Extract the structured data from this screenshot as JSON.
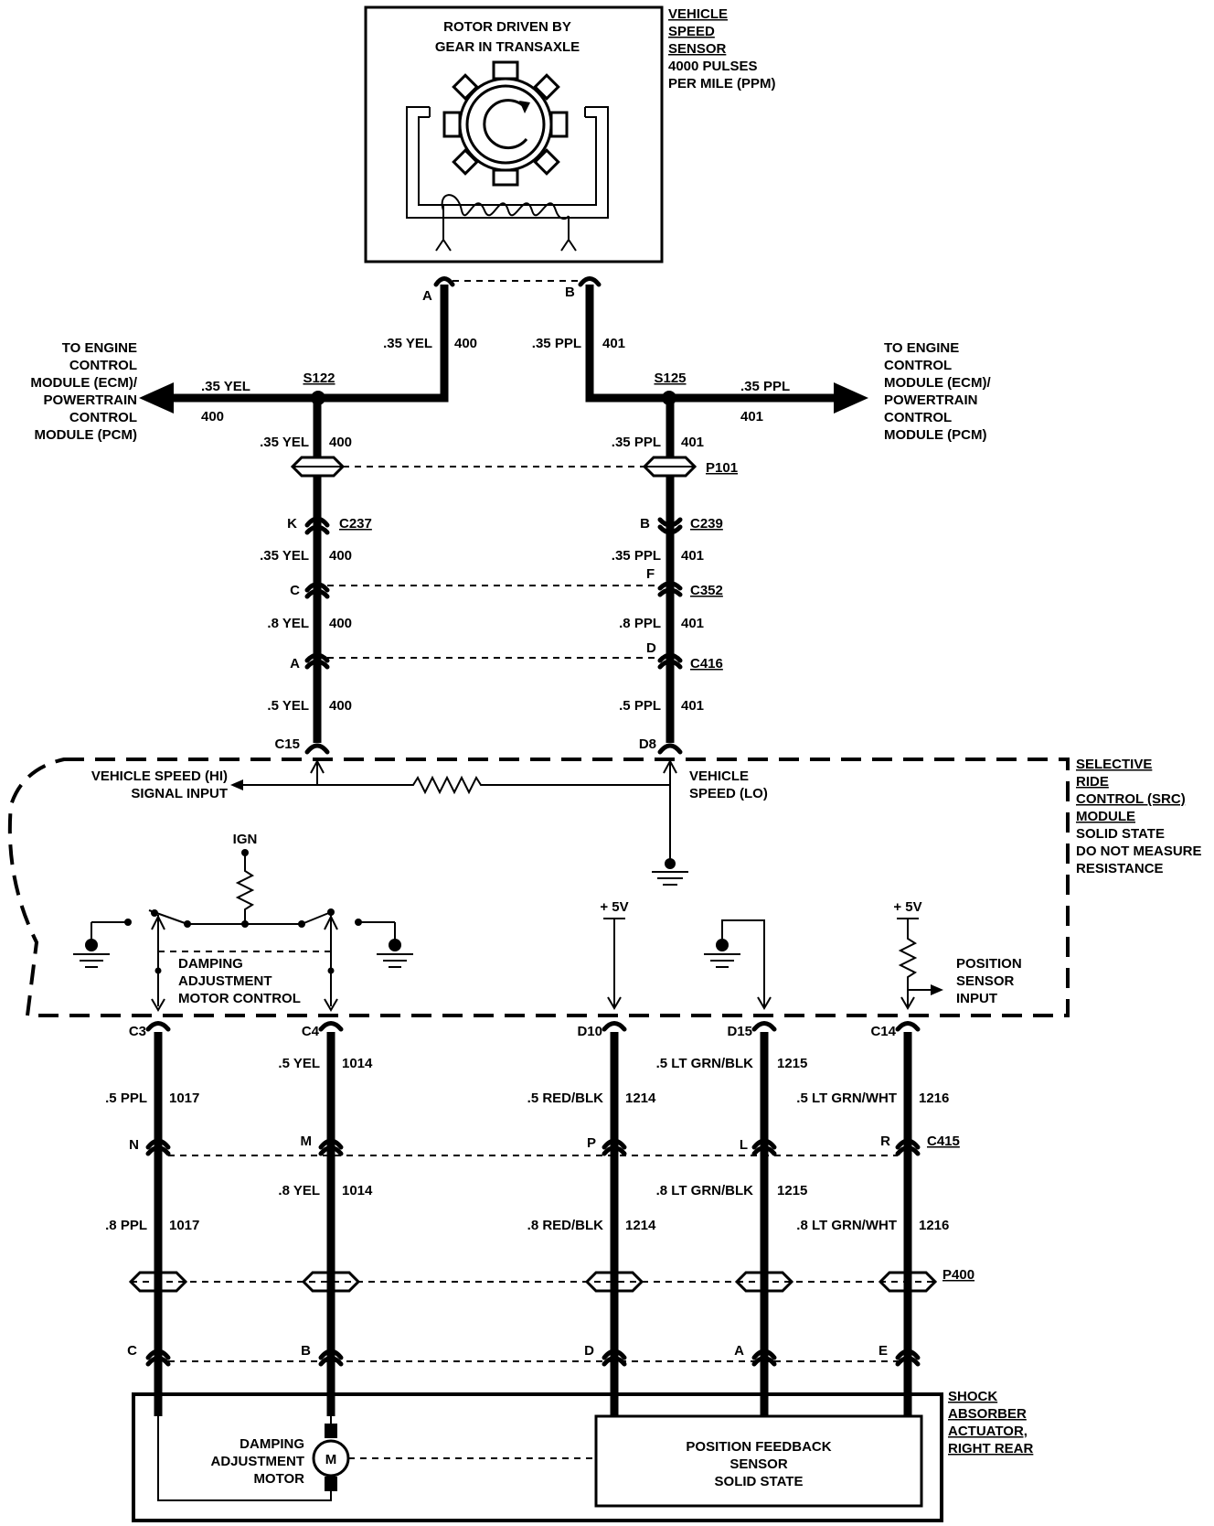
{
  "vss": {
    "rotor_line1": "ROTOR DRIVEN BY",
    "rotor_line2": "GEAR IN TRANSAXLE",
    "title_lines": [
      "VEHICLE",
      "SPEED",
      "SENSOR"
    ],
    "spec_lines": [
      "4000 PULSES",
      "PER MILE (PPM)"
    ],
    "pin_a": "A",
    "pin_b": "B"
  },
  "ecm_left": {
    "lines": [
      "TO ENGINE",
      "CONTROL",
      "MODULE (ECM)/",
      "POWERTRAIN",
      "CONTROL",
      "MODULE (PCM)"
    ],
    "wire": ".35 YEL",
    "circuit": "400"
  },
  "ecm_right": {
    "lines": [
      "TO ENGINE",
      "CONTROL",
      "MODULE (ECM)/",
      "POWERTRAIN",
      "CONTROL",
      "MODULE (PCM)"
    ],
    "wire": ".35 PPL",
    "circuit": "401"
  },
  "splices": {
    "left": "S122",
    "right": "S125"
  },
  "left_chain": [
    {
      "wire": ".35 YEL",
      "circuit": "400"
    },
    {
      "wire": ".35 YEL",
      "circuit": "400"
    },
    {
      "wire": ".35 YEL",
      "circuit": "400"
    },
    {
      "wire": ".8 YEL",
      "circuit": "400"
    },
    {
      "wire": ".5 YEL",
      "circuit": "400"
    }
  ],
  "right_chain": [
    {
      "wire": ".35 PPL",
      "circuit": "401"
    },
    {
      "wire": ".35 PPL",
      "circuit": "401"
    },
    {
      "wire": ".35 PPL",
      "circuit": "401"
    },
    {
      "wire": ".8 PPL",
      "circuit": "401"
    },
    {
      "wire": ".5 PPL",
      "circuit": "401"
    }
  ],
  "connectors": {
    "p101": "P101",
    "c237": "C237",
    "c237_pin": "K",
    "c239": "C239",
    "c239_pin": "B",
    "c352": "C352",
    "c352_left_pin": "C",
    "c352_right_pin": "F",
    "c416": "C416",
    "c416_left_pin": "A",
    "c416_right_pin": "D",
    "c15": "C15",
    "d8": "D8",
    "c415": "C415",
    "p400": "P400"
  },
  "module": {
    "title_lines": [
      "SELECTIVE",
      "RIDE",
      "CONTROL (SRC)",
      "MODULE"
    ],
    "note_lines": [
      "SOLID STATE",
      "DO NOT MEASURE",
      "RESISTANCE"
    ],
    "hi_input": [
      "VEHICLE SPEED (HI)",
      "SIGNAL INPUT"
    ],
    "lo_input": [
      "VEHICLE",
      "SPEED (LO)"
    ],
    "ign": "IGN",
    "damping_lines": [
      "DAMPING",
      "ADJUSTMENT",
      "MOTOR CONTROL"
    ],
    "plus5v_a": "+ 5V",
    "plus5v_b": "+ 5V",
    "position_lines": [
      "POSITION",
      "SENSOR",
      "INPUT"
    ]
  },
  "bottom_wires": [
    {
      "pin": "C3",
      "wire1": ".5 PPL",
      "circ1": "1017",
      "c415_pin": "N",
      "wire2": ".8 PPL",
      "circ2": "1017",
      "act_pin": "C"
    },
    {
      "pin": "C4",
      "wire1": ".5 YEL",
      "circ1": "1014",
      "c415_pin": "M",
      "wire2": ".8 YEL",
      "circ2": "1014",
      "act_pin": "B"
    },
    {
      "pin": "D10",
      "wire1": ".5 RED/BLK",
      "circ1": "1214",
      "c415_pin": "P",
      "wire2": ".8 RED/BLK",
      "circ2": "1214",
      "act_pin": "D"
    },
    {
      "pin": "D15",
      "wire1": ".5 LT GRN/BLK",
      "circ1": "1215",
      "c415_pin": "L",
      "wire2": ".8 LT GRN/BLK",
      "circ2": "1215",
      "act_pin": "A"
    },
    {
      "pin": "C14",
      "wire1": ".5 LT GRN/WHT",
      "circ1": "1216",
      "c415_pin": "R",
      "wire2": ".8 LT GRN/WHT",
      "circ2": "1216",
      "act_pin": "E"
    }
  ],
  "actuator": {
    "title_lines": [
      "SHOCK",
      "ABSORBER",
      "ACTUATOR,",
      "RIGHT REAR"
    ],
    "motor_lines": [
      "DAMPING",
      "ADJUSTMENT",
      "MOTOR"
    ],
    "motor_symbol": "M",
    "sensor_lines": [
      "POSITION FEEDBACK",
      "SENSOR",
      "SOLID STATE"
    ]
  }
}
